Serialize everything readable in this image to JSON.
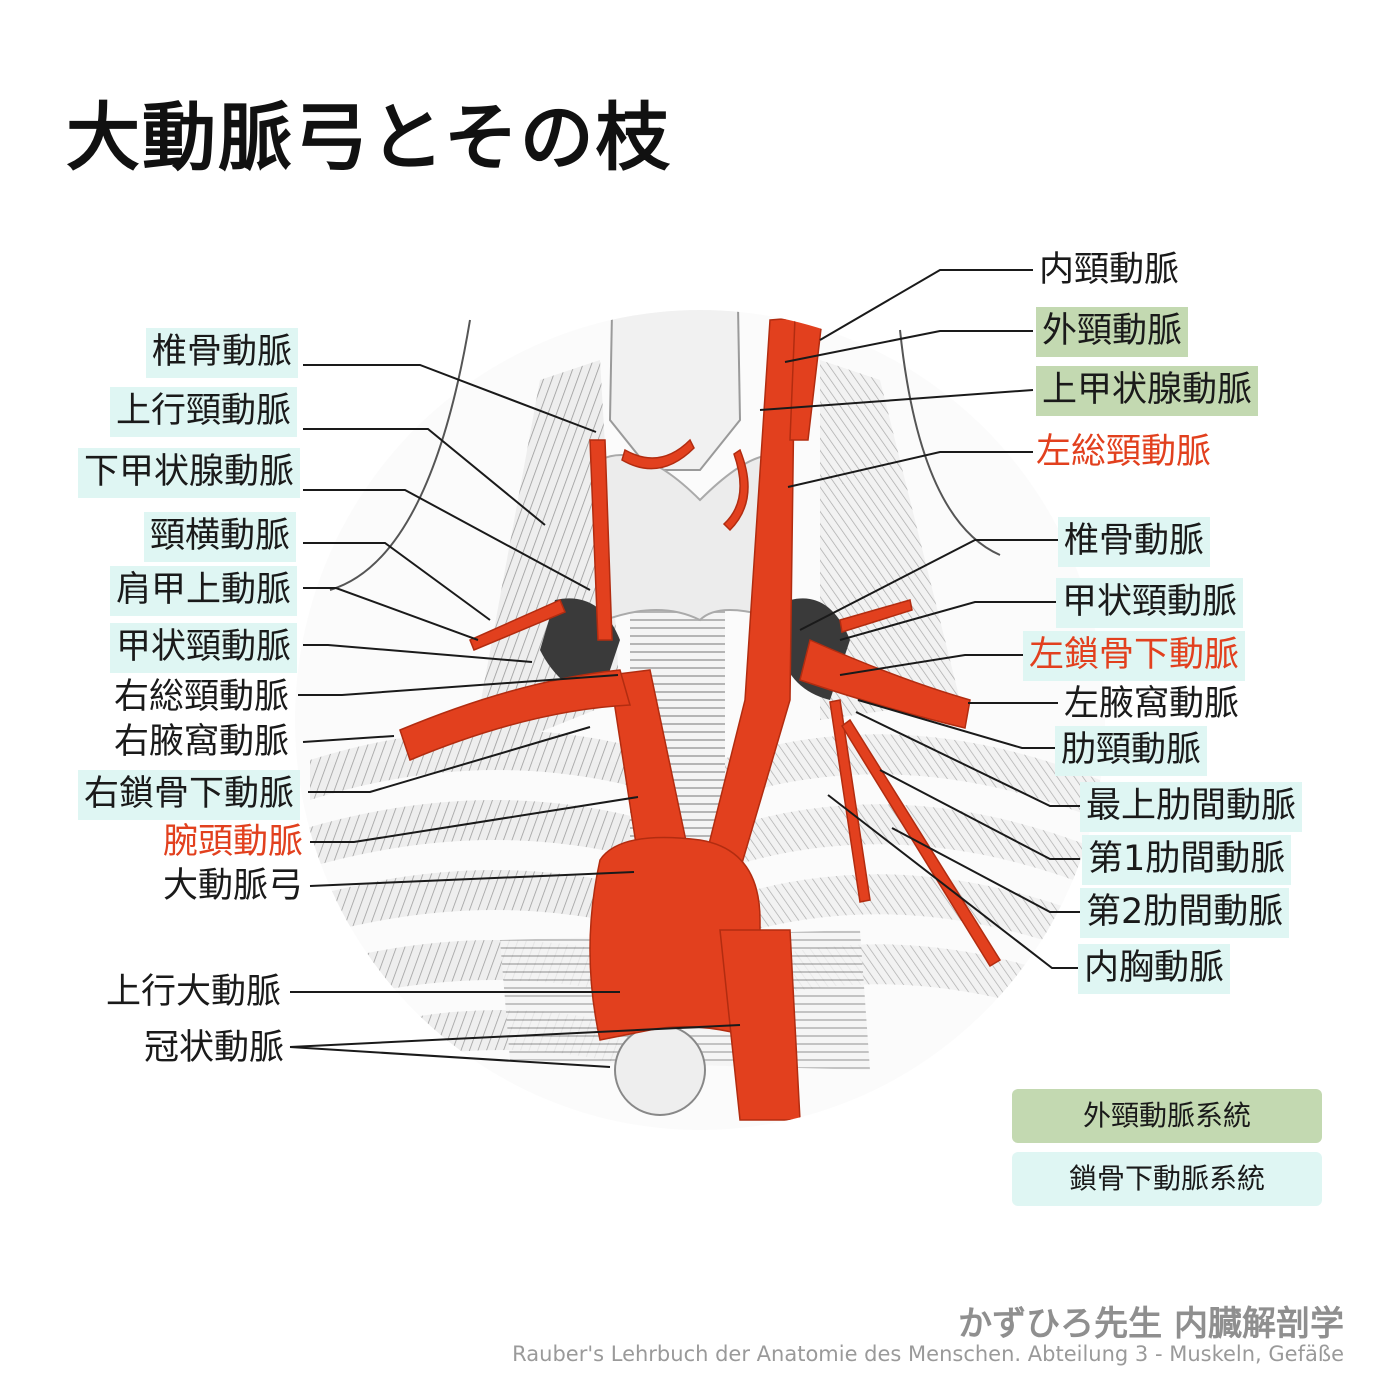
{
  "title": "大動脈弓とその枝",
  "labels_left": [
    {
      "text": "椎骨動脈",
      "style": "cyan"
    },
    {
      "text": "上行頸動脈",
      "style": "cyan"
    },
    {
      "text": "下甲状腺動脈",
      "style": "cyan"
    },
    {
      "text": "頸横動脈",
      "style": "cyan"
    },
    {
      "text": "肩甲上動脈",
      "style": "cyan"
    },
    {
      "text": "甲状頸動脈",
      "style": "cyan"
    },
    {
      "text": "右総頸動脈",
      "style": "plain"
    },
    {
      "text": "右腋窩動脈",
      "style": "plain"
    },
    {
      "text": "右鎖骨下動脈",
      "style": "cyan"
    },
    {
      "text": "腕頭動脈",
      "style": "red"
    },
    {
      "text": "大動脈弓",
      "style": "plain"
    },
    {
      "text": "上行大動脈",
      "style": "plain"
    },
    {
      "text": "冠状動脈",
      "style": "plain"
    }
  ],
  "labels_right": [
    {
      "text": "内頸動脈",
      "style": "plain"
    },
    {
      "text": "外頸動脈",
      "style": "green"
    },
    {
      "text": "上甲状腺動脈",
      "style": "green"
    },
    {
      "text": "左総頸動脈",
      "style": "red"
    },
    {
      "text": "椎骨動脈",
      "style": "cyan"
    },
    {
      "text": "甲状頸動脈",
      "style": "cyan"
    },
    {
      "text": "左鎖骨下動脈",
      "style": "red-cyan"
    },
    {
      "text": "左腋窩動脈",
      "style": "plain"
    },
    {
      "text": "肋頸動脈",
      "style": "cyan"
    },
    {
      "text": "最上肋間動脈",
      "style": "cyan"
    },
    {
      "text": "第1肋間動脈",
      "style": "cyan"
    },
    {
      "text": "第2肋間動脈",
      "style": "cyan"
    },
    {
      "text": "内胸動脈",
      "style": "cyan"
    }
  ],
  "legend": [
    {
      "text": "外頸動脈系統",
      "color": "#c3d9b1"
    },
    {
      "text": "鎖骨下動脈系統",
      "color": "#dff6f3"
    }
  ],
  "colors": {
    "artery": "#e2401e",
    "external_carotid_system": "#c3d9b1",
    "subclavian_system": "#dff6f3"
  },
  "author": "かずひろ先生 内臓解剖学",
  "source": "Rauber's Lehrbuch der Anatomie des Menschen. Abteilung 3 - Muskeln, Gefäße"
}
